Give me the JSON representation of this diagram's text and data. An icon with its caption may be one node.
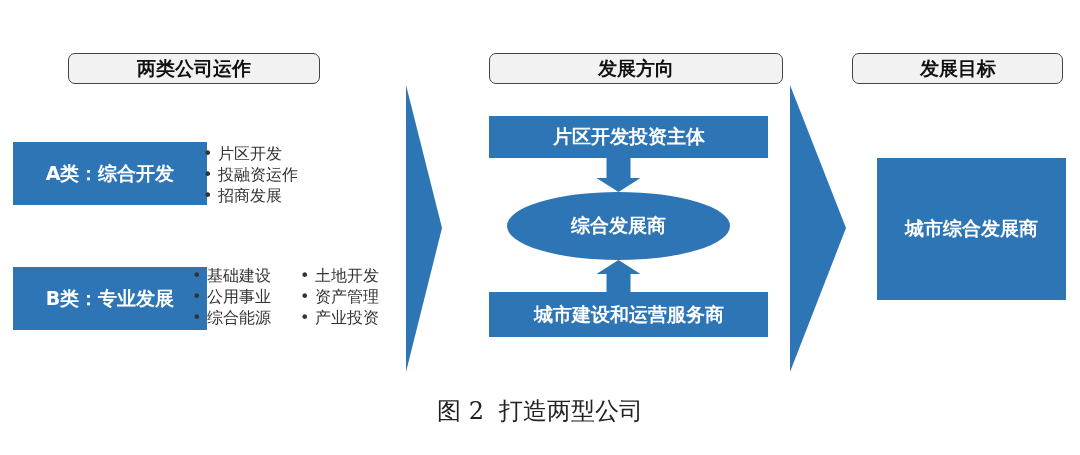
{
  "diagram": {
    "caption": "图 2  打造两型公司",
    "nodes": [
      {
        "text": [
          "两类公司运作"
        ]
      },
      {
        "text": [
          "发展方向"
        ]
      },
      {
        "text": [
          "发展目标"
        ]
      },
      {
        "text": [
          "A类：综合开发"
        ],
        "beside": [
          "• 片区开发",
          "• 投融资运作",
          "• 招商发展"
        ]
      },
      {
        "text": [
          "B类：专业发展"
        ],
        "beside": [
          "• 基础建设",
          "• 土地开发",
          "• 公用事业",
          "• 资产管理",
          "• 综合能源",
          "• 产业投资"
        ]
      },
      {
        "text": [
          "片区开发投资主体"
        ]
      },
      {
        "text": [
          "综合发展商"
        ]
      },
      {
        "text": [
          "城市建设和运营服务商"
        ]
      },
      {
        "text": [
          "城市综合发展商"
        ]
      }
    ],
    "edges": [
      {
        "from": 5,
        "to": 6,
        "arrow": "to"
      },
      {
        "from": 7,
        "to": 6,
        "arrow": "to"
      }
    ]
  }
}
